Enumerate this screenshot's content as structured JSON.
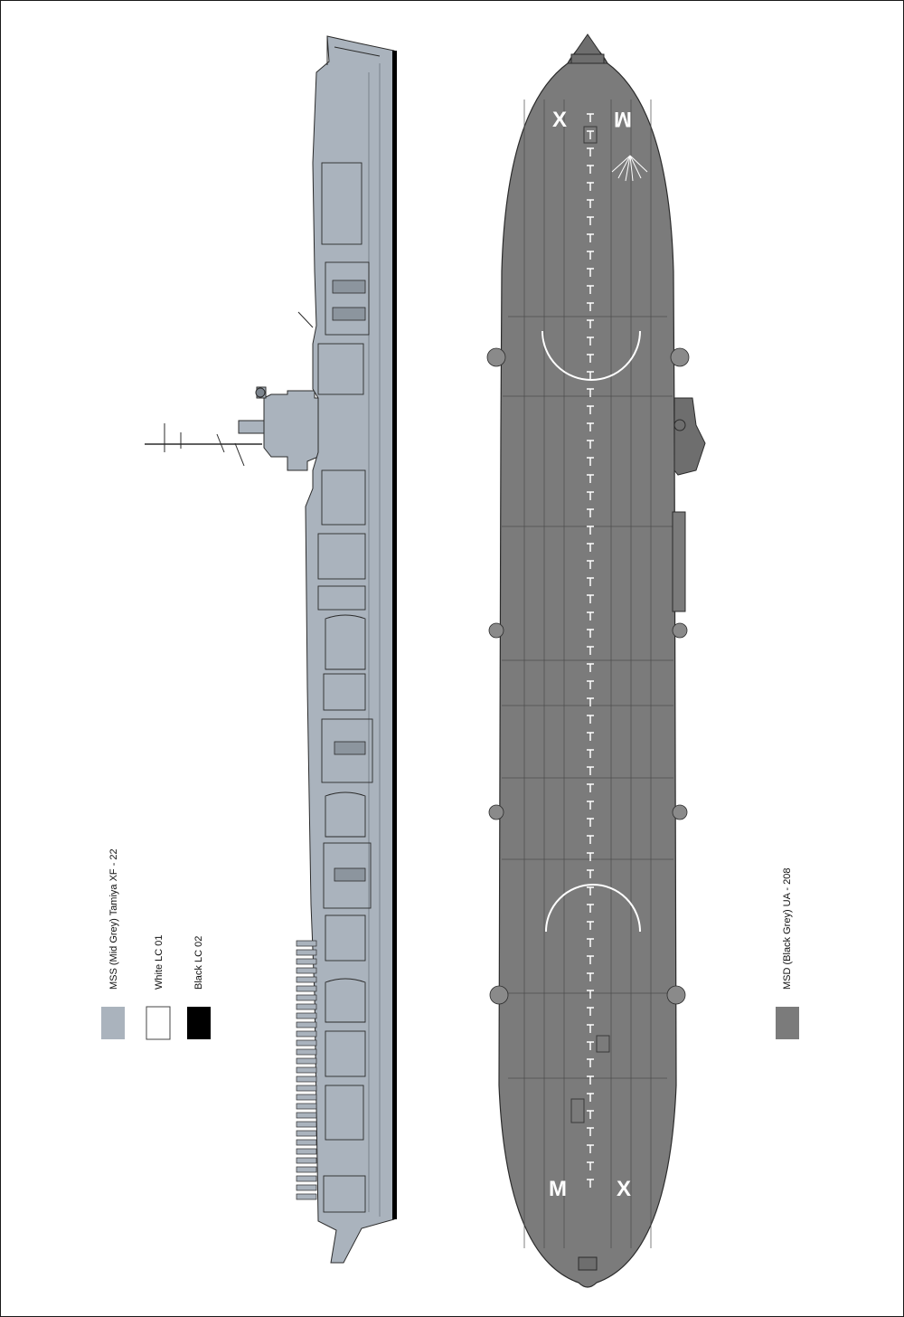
{
  "colors": {
    "mid_grey": "#aab3bd",
    "black_grey": "#7b7b7b",
    "white": "#ffffff",
    "black": "#000000",
    "line": "#2b2b2b"
  },
  "legend_left": [
    {
      "label": "MSS (Mid Grey) Tamiya XF - 22",
      "color": "#aab3bd"
    },
    {
      "label": "White   LC 01",
      "color": "#ffffff"
    },
    {
      "label": "Black  LC 02",
      "color": "#000000"
    }
  ],
  "legend_right": [
    {
      "label": "MSD (Black Grey) UA - 208",
      "color": "#7b7b7b"
    }
  ],
  "deck_markings": {
    "bow_left": "X",
    "bow_right": "M",
    "stern_left": "M",
    "stern_right": "X"
  }
}
